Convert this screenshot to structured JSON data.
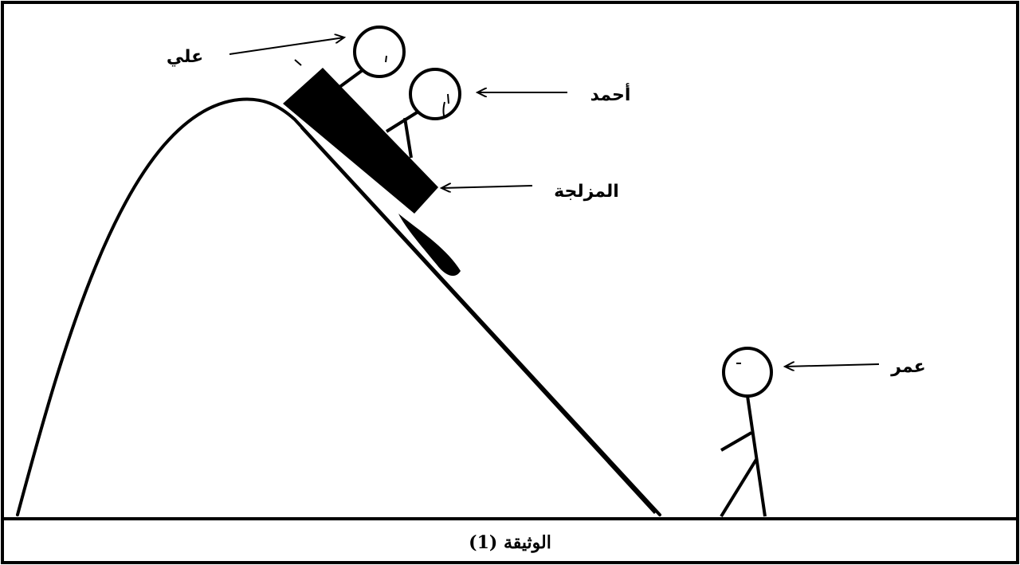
{
  "labels": {
    "ali": "علي",
    "ahmad": "أحمد",
    "sled": "المزلجة",
    "omar": "عمر"
  },
  "caption": "الوثيقة (1)",
  "colors": {
    "ink": "#000000",
    "paper": "#ffffff"
  }
}
